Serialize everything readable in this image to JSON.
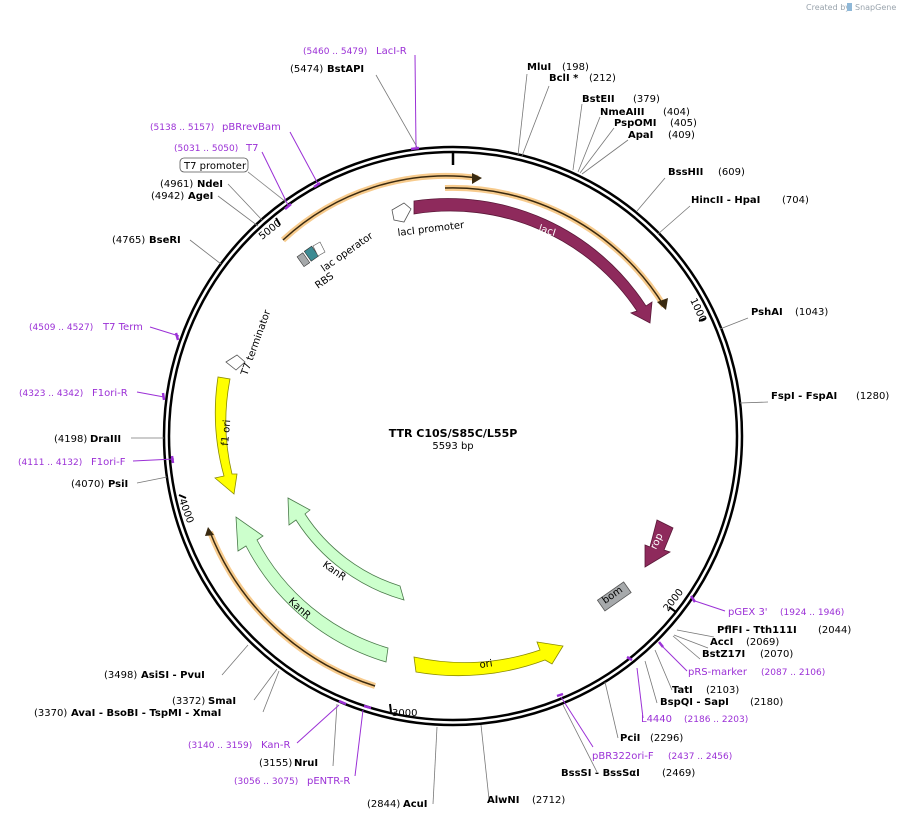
{
  "header": {
    "created_by": "Created by",
    "brand": "SnapGene"
  },
  "plasmid": {
    "name": "TTR C10S/S85C/L55P",
    "length_label": "5593 bp"
  },
  "ruler": [
    "1000",
    "2000",
    "3000",
    "4000",
    "5000"
  ],
  "features": {
    "laci": "lacI",
    "laci_promoter": "lacI promoter",
    "lac_operator": "lac operator",
    "rbs": "RBS",
    "t7_promoter": "T7 promoter",
    "t7_terminator": "T7 terminator",
    "f1_ori": "f1 ori",
    "kanr_inner": "KanR",
    "kanr_outer": "KanR",
    "ori": "ori",
    "rop": "rop",
    "bom": "bom"
  },
  "primers": [
    {
      "range": "(5460 .. 5479)",
      "name": "LacI-R"
    },
    {
      "range": "(5138 .. 5157)",
      "name": "pBRrevBam"
    },
    {
      "range": "(5031 .. 5050)",
      "name": "T7"
    },
    {
      "range": "(4509 .. 4527)",
      "name": "T7 Term"
    },
    {
      "range": "(4323 .. 4342)",
      "name": "F1ori-R"
    },
    {
      "range": "(4111 .. 4132)",
      "name": "F1ori-F"
    },
    {
      "range": "(3140 .. 3159)",
      "name": "Kan-R"
    },
    {
      "range": "(3056 .. 3075)",
      "name": "pENTR-R"
    },
    {
      "range": "(1924 .. 1946)",
      "name": "pGEX 3'"
    },
    {
      "range": "(2087 .. 2106)",
      "name": "pRS-marker"
    },
    {
      "range": "(2186 .. 2203)",
      "name": "L4440"
    },
    {
      "range": "(2437 .. 2456)",
      "name": "pBR322ori-F"
    }
  ],
  "sites": [
    {
      "pos": "(5474)",
      "name": "BstAPI"
    },
    {
      "pos": "(198)",
      "name": "MluI"
    },
    {
      "pos": "(212)",
      "name": "BclI *"
    },
    {
      "pos": "(379)",
      "name": "BstEII"
    },
    {
      "pos": "(404)",
      "name": "NmeAIII"
    },
    {
      "pos": "(405)",
      "name": "PspOMI"
    },
    {
      "pos": "(409)",
      "name": "ApaI"
    },
    {
      "pos": "(609)",
      "name": "BssHII"
    },
    {
      "pos": "(704)",
      "name": "HincII   - HpaI"
    },
    {
      "pos": "(1043)",
      "name": "PshAI"
    },
    {
      "pos": "(1280)",
      "name": "FspI   - FspAI"
    },
    {
      "pos": "(2044)",
      "name": "PflFI   - Tth111I"
    },
    {
      "pos": "(2069)",
      "name": "AccI"
    },
    {
      "pos": "(2070)",
      "name": "BstZ17I"
    },
    {
      "pos": "(2103)",
      "name": "TatI"
    },
    {
      "pos": "(2180)",
      "name": "BspQI   - SapI"
    },
    {
      "pos": "(2296)",
      "name": "PciI"
    },
    {
      "pos": "(2469)",
      "name": "BssSI   - BssSαI"
    },
    {
      "pos": "(2712)",
      "name": "AlwNI"
    },
    {
      "pos": "(2844)",
      "name": "AcuI"
    },
    {
      "pos": "(3155)",
      "name": "NruI"
    },
    {
      "pos": "(3370)",
      "name": "AvaI   - BsoBI   - TspMI   - XmaI"
    },
    {
      "pos": "(3372)",
      "name": "SmaI"
    },
    {
      "pos": "(3498)",
      "name": "AsiSI   - PvuI"
    },
    {
      "pos": "(4070)",
      "name": "PsiI"
    },
    {
      "pos": "(4198)",
      "name": "DraIII"
    },
    {
      "pos": "(4765)",
      "name": "BseRI"
    },
    {
      "pos": "(4942)",
      "name": "AgeI"
    },
    {
      "pos": "(4961)",
      "name": "NdeI"
    }
  ],
  "colors": {
    "laci": "#8e2a5c",
    "f1_ori": "#ffff00",
    "kanr": "#ccffcc",
    "ori": "#ffff00",
    "rop": "#8e2a5c",
    "bom": "#a6a9ab",
    "primer": "#9b30d6",
    "orf_glow": "#f0a030"
  }
}
